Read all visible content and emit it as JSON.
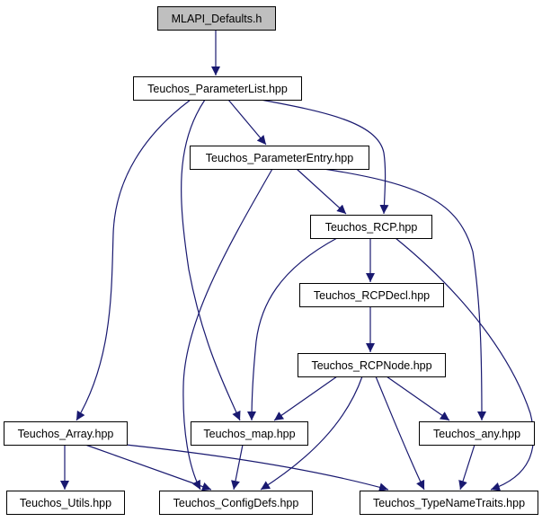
{
  "colors": {
    "edge": "#191970",
    "node_border": "#000000",
    "node_fill": "#ffffff",
    "root_fill": "#bfbfbf",
    "text": "#000000"
  },
  "nodes": [
    {
      "id": "mlapi_defaults",
      "label": "MLAPI_Defaults.h",
      "highlighted": true
    },
    {
      "id": "parameterlist",
      "label": "Teuchos_ParameterList.hpp"
    },
    {
      "id": "parameterentry",
      "label": "Teuchos_ParameterEntry.hpp"
    },
    {
      "id": "rcp",
      "label": "Teuchos_RCP.hpp"
    },
    {
      "id": "rcpdecl",
      "label": "Teuchos_RCPDecl.hpp"
    },
    {
      "id": "rcpnode",
      "label": "Teuchos_RCPNode.hpp"
    },
    {
      "id": "array",
      "label": "Teuchos_Array.hpp"
    },
    {
      "id": "map",
      "label": "Teuchos_map.hpp"
    },
    {
      "id": "any",
      "label": "Teuchos_any.hpp"
    },
    {
      "id": "utils",
      "label": "Teuchos_Utils.hpp"
    },
    {
      "id": "configdefs",
      "label": "Teuchos_ConfigDefs.hpp"
    },
    {
      "id": "typenametraits",
      "label": "Teuchos_TypeNameTraits.hpp"
    }
  ],
  "edges": [
    {
      "from": "mlapi_defaults",
      "to": "parameterlist"
    },
    {
      "from": "parameterlist",
      "to": "parameterentry"
    },
    {
      "from": "parameterlist",
      "to": "rcp"
    },
    {
      "from": "parameterlist",
      "to": "array"
    },
    {
      "from": "parameterlist",
      "to": "map"
    },
    {
      "from": "parameterentry",
      "to": "rcp"
    },
    {
      "from": "parameterentry",
      "to": "any"
    },
    {
      "from": "parameterentry",
      "to": "configdefs"
    },
    {
      "from": "rcp",
      "to": "rcpdecl"
    },
    {
      "from": "rcp",
      "to": "map"
    },
    {
      "from": "rcp",
      "to": "typenametraits"
    },
    {
      "from": "rcpdecl",
      "to": "rcpnode"
    },
    {
      "from": "rcpnode",
      "to": "map"
    },
    {
      "from": "rcpnode",
      "to": "any"
    },
    {
      "from": "rcpnode",
      "to": "configdefs"
    },
    {
      "from": "rcpnode",
      "to": "typenametraits"
    },
    {
      "from": "array",
      "to": "utils"
    },
    {
      "from": "array",
      "to": "configdefs"
    },
    {
      "from": "array",
      "to": "typenametraits"
    },
    {
      "from": "map",
      "to": "configdefs"
    },
    {
      "from": "any",
      "to": "typenametraits"
    }
  ]
}
